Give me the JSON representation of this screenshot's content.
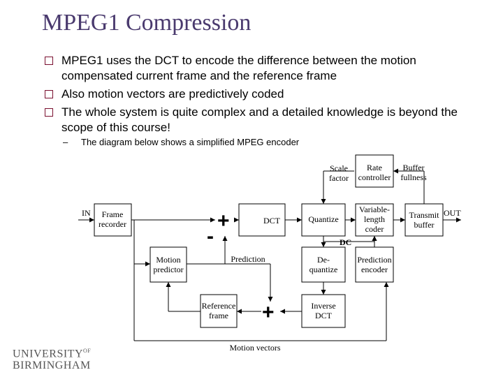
{
  "slide": {
    "title": "MPEG1 Compression",
    "bullets": [
      "MPEG1 uses the DCT to encode the difference between the motion compensated current frame and the reference frame",
      "Also motion vectors are predictively coded",
      "The whole system is quite complex and a detailed knowledge is beyond the scope of this course!"
    ],
    "sub_bullet": "The diagram below shows a simplified MPEG encoder",
    "sub_dash": "–"
  },
  "diagram": {
    "in_label": "IN",
    "out_label": "OUT",
    "dc_label": "DC",
    "plus_sign": "+",
    "minus_sign": "-",
    "scale_factor": [
      "Scale",
      "factor"
    ],
    "rate_controller": [
      "Rate",
      "controller"
    ],
    "buffer_fullness": [
      "Buffer",
      "fullness"
    ],
    "frame_recorder": [
      "Frame",
      "recorder"
    ],
    "dct": "DCT",
    "quantize": "Quantize",
    "vlc": [
      "Variable-",
      "length",
      "coder"
    ],
    "transmit_buffer": [
      "Transmit",
      "buffer"
    ],
    "motion_predictor": [
      "Motion",
      "predictor"
    ],
    "prediction": "Prediction",
    "dequantize": [
      "De-",
      "quantize"
    ],
    "prediction_encoder": [
      "Prediction",
      "encoder"
    ],
    "reference_frame": [
      "Reference",
      "frame"
    ],
    "inverse_dct": [
      "Inverse",
      "DCT"
    ],
    "motion_vectors": "Motion vectors"
  },
  "logo": {
    "line1": "UNIVERSITY",
    "of": "OF",
    "line2": "BIRMINGHAM"
  },
  "colors": {
    "title": "#4a3a6e",
    "bullet_box": "#7a1030"
  }
}
